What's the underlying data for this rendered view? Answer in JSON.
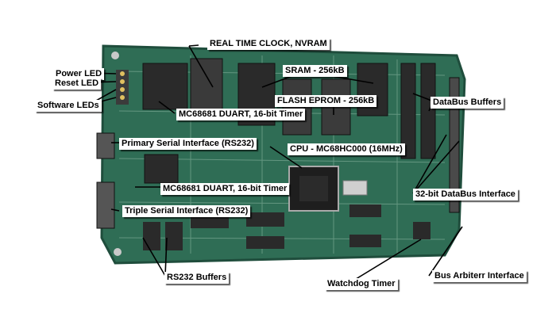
{
  "labels": {
    "rtc": "REAL TIME CLOCK, NVRAM",
    "power_led": "Power LED",
    "reset_led": "Reset LED",
    "software_leds": "Software LEDs",
    "sram": "SRAM - 256kB",
    "flash": "FLASH EPROM - 256kB",
    "duart_top": "MC68681 DUART, 16-bit Timer",
    "databus_buffers": "DataBus Buffers",
    "primary_serial": "Primary Serial Interface (RS232)",
    "cpu": "CPU - MC68HC000 (16MHz)",
    "duart_bottom": "MC68681 DUART, 16-bit Timer",
    "databus_interface": "32-bit DataBus Interface",
    "triple_serial": "Triple Serial Interface (RS232)",
    "rs232_buffers": "RS232 Buffers",
    "watchdog": "Watchdog Timer",
    "bus_arbiter": "Bus Arbiterr Interface"
  },
  "colors": {
    "pcb": "#2f6d55",
    "pcb_dark": "#1f4d3c",
    "trace": "#8fb8a4",
    "chip": "#2a2a2a",
    "label_bg": "#ffffff",
    "leader": "#000000"
  }
}
